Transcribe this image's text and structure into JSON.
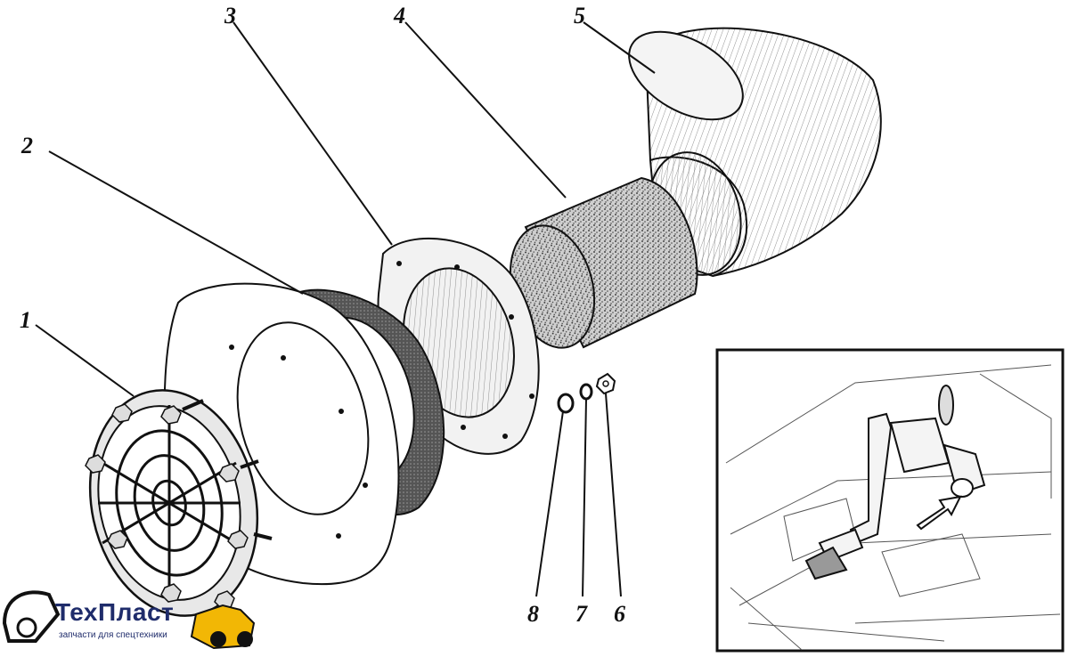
{
  "diagram": {
    "labels": [
      {
        "id": "part-1",
        "text": "1"
      },
      {
        "id": "part-2",
        "text": "2"
      },
      {
        "id": "part-3",
        "text": "3"
      },
      {
        "id": "part-4",
        "text": "4"
      },
      {
        "id": "part-5",
        "text": "5"
      },
      {
        "id": "part-6",
        "text": "6"
      },
      {
        "id": "part-7",
        "text": "7"
      },
      {
        "id": "part-8",
        "text": "8"
      }
    ]
  },
  "logo": {
    "title": "ТехПласт",
    "subtitle": "запчасти для спецтехники",
    "colors": {
      "text": "#1f2c6b",
      "accent": "#f2b705"
    }
  }
}
